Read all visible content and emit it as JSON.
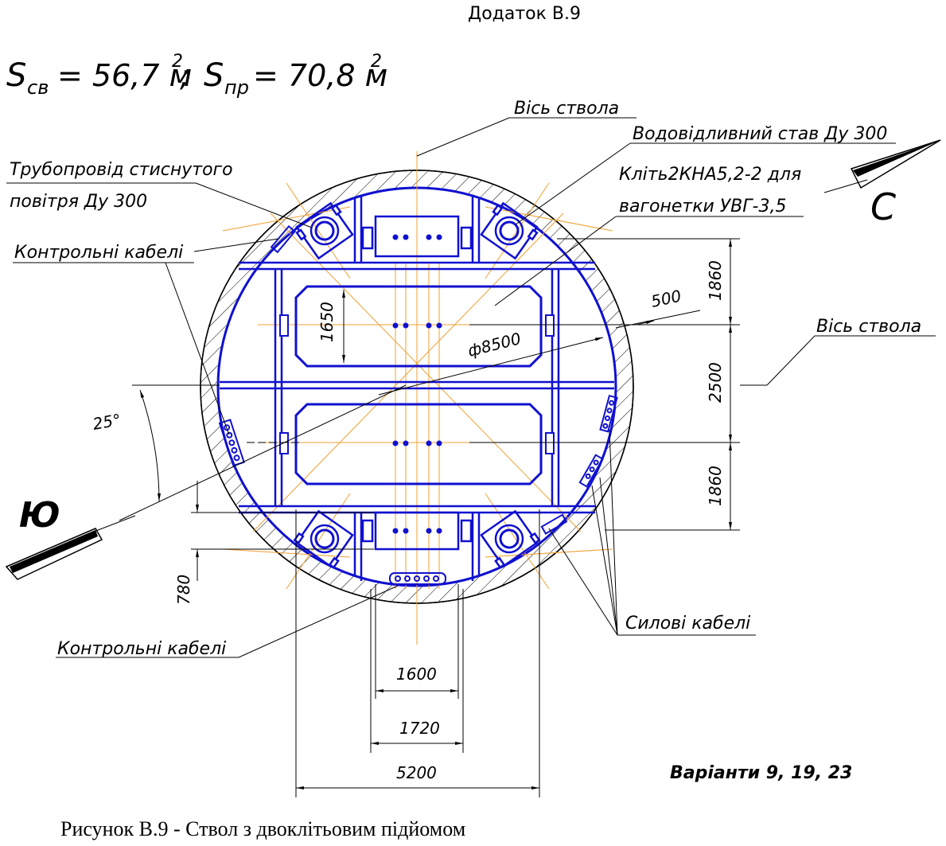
{
  "header": {
    "appendix": "Додаток В.9"
  },
  "areas": {
    "s_sv_letter": "S",
    "s_sv_sub": "св",
    "s_sv_value": "= 56,7 м",
    "s_sv_sup": "2",
    "sep": ";",
    "s_pr_letter": "S",
    "s_pr_sub": "пр",
    "s_pr_value": "= 70,8 м",
    "s_pr_sup": "2"
  },
  "labels": {
    "shaft_axis_top": "Вісь ствола",
    "shaft_axis_right": "Вісь ствола",
    "water_pipe": "Водовідливний став Ду 300",
    "cage_line1": "Кліть2КНА5,2-2 для",
    "cage_line2": "вагонетки УВГ-3,5",
    "air_pipe_line1": "Трубопровід стиснутого",
    "air_pipe_line2": "повітря  Ду 300",
    "control_cables_top": "Контрольні кабелі",
    "control_cables_bottom": "Контрольні кабелі",
    "power_cables": "Силові кабелі",
    "north": "С",
    "south": "Ю"
  },
  "dimensions": {
    "d_500": "500",
    "d_diameter": "ф8500",
    "d_1650": "1650",
    "d_1860_top": "1860",
    "d_2500": "2500",
    "d_1860_bottom": "1860",
    "d_780": "780",
    "d_1600": "1600",
    "d_1720": "1720",
    "d_5200": "5200",
    "angle_25": "25°"
  },
  "footer": {
    "variants": "Варіанти 9, 19, 23",
    "caption": "Рисунок В.9 - Ствол з двоклітьовим підйомом"
  },
  "colors": {
    "structure": "#1010d0",
    "axis": "#f0a030",
    "lines": "#000000"
  }
}
